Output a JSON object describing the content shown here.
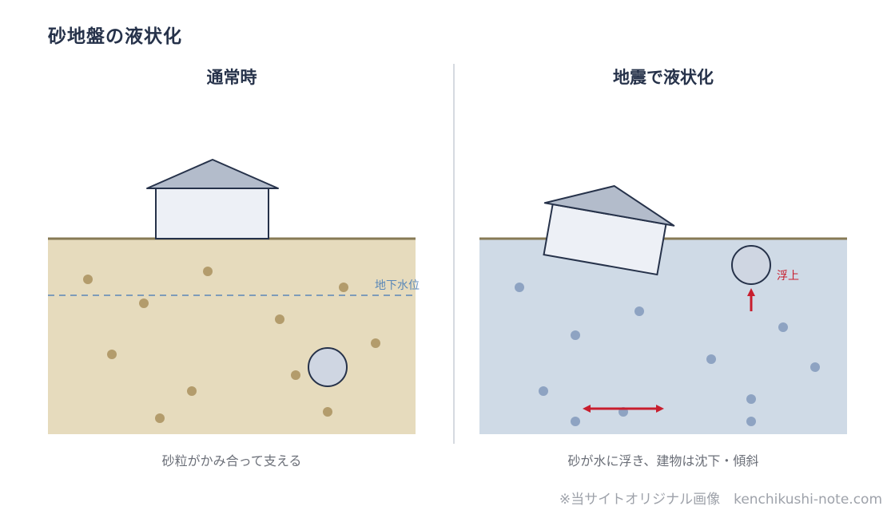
{
  "title": "砂地盤の液状化",
  "panels": {
    "normal": {
      "heading": "通常時",
      "groundwater_label": "地下水位",
      "caption": "砂粒がかみ合って支える"
    },
    "liquefied": {
      "heading": "地震で液状化",
      "float_label": "浮上",
      "caption": "砂が水に浮き、建物は沈下・傾斜"
    }
  },
  "credit": "※当サイトオリジナル画像　kenchikushi-note.com",
  "colors": {
    "sand_ground": "#e6dbbd",
    "liquefied_ground": "#cfdae6",
    "sand_grain": "#b39c6c",
    "water_grain": "#8ea3c2",
    "ground_line": "#877a55",
    "groundwater_line": "#5b88b8",
    "arrow_red": "#c81e2e",
    "roof": "#b3bccb",
    "wall": "#edf0f6",
    "outline": "#26324a"
  }
}
